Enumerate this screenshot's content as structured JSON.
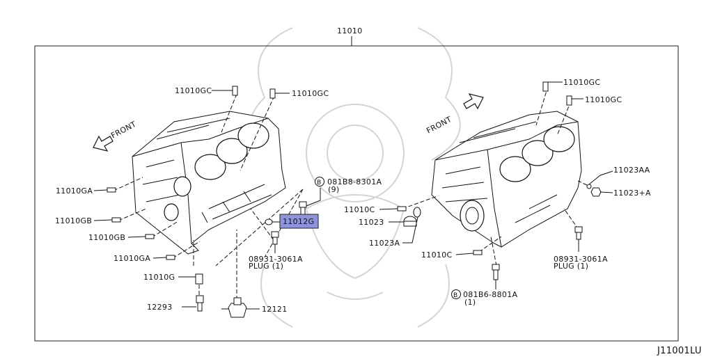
{
  "diagram": {
    "assembly_number": "11010",
    "diagram_code": "J11001LU",
    "left_view": {
      "front_label": "FRONT",
      "callouts": {
        "gc_top_left": "11010GC",
        "gc_top_right": "11010GC",
        "ga_upper": "11010GA",
        "gb_upper": "11010GB",
        "gb_lower": "11010GB",
        "ga_lower": "11010GA",
        "g_dowel": "11010G",
        "bolt_12293": "12293",
        "sensor_12121": "12121",
        "bolt_ref": "081B8-8301A",
        "bolt_qty": "(9)",
        "highlighted_part": "11012G",
        "plug_part": "08931-3061A",
        "plug_label": "PLUG (1)"
      }
    },
    "right_view": {
      "front_label": "FRONT",
      "callouts": {
        "gc_upper": "11010GC",
        "gc_lower": "11010GC",
        "aa": "11023AA",
        "plus_a": "11023+A",
        "c_upper": "11010C",
        "part_11023": "11023",
        "part_11023a": "11023A",
        "c_lower": "11010C",
        "plug_part": "08931-3061A",
        "plug_label": "PLUG (1)",
        "bolt_ref": "081B6-8801A",
        "bolt_qty": "(1)"
      }
    },
    "bolt_symbol": "B",
    "colors": {
      "highlight": "#8e94dc",
      "line": "#111111",
      "watermark": "#d4d4d4"
    }
  }
}
